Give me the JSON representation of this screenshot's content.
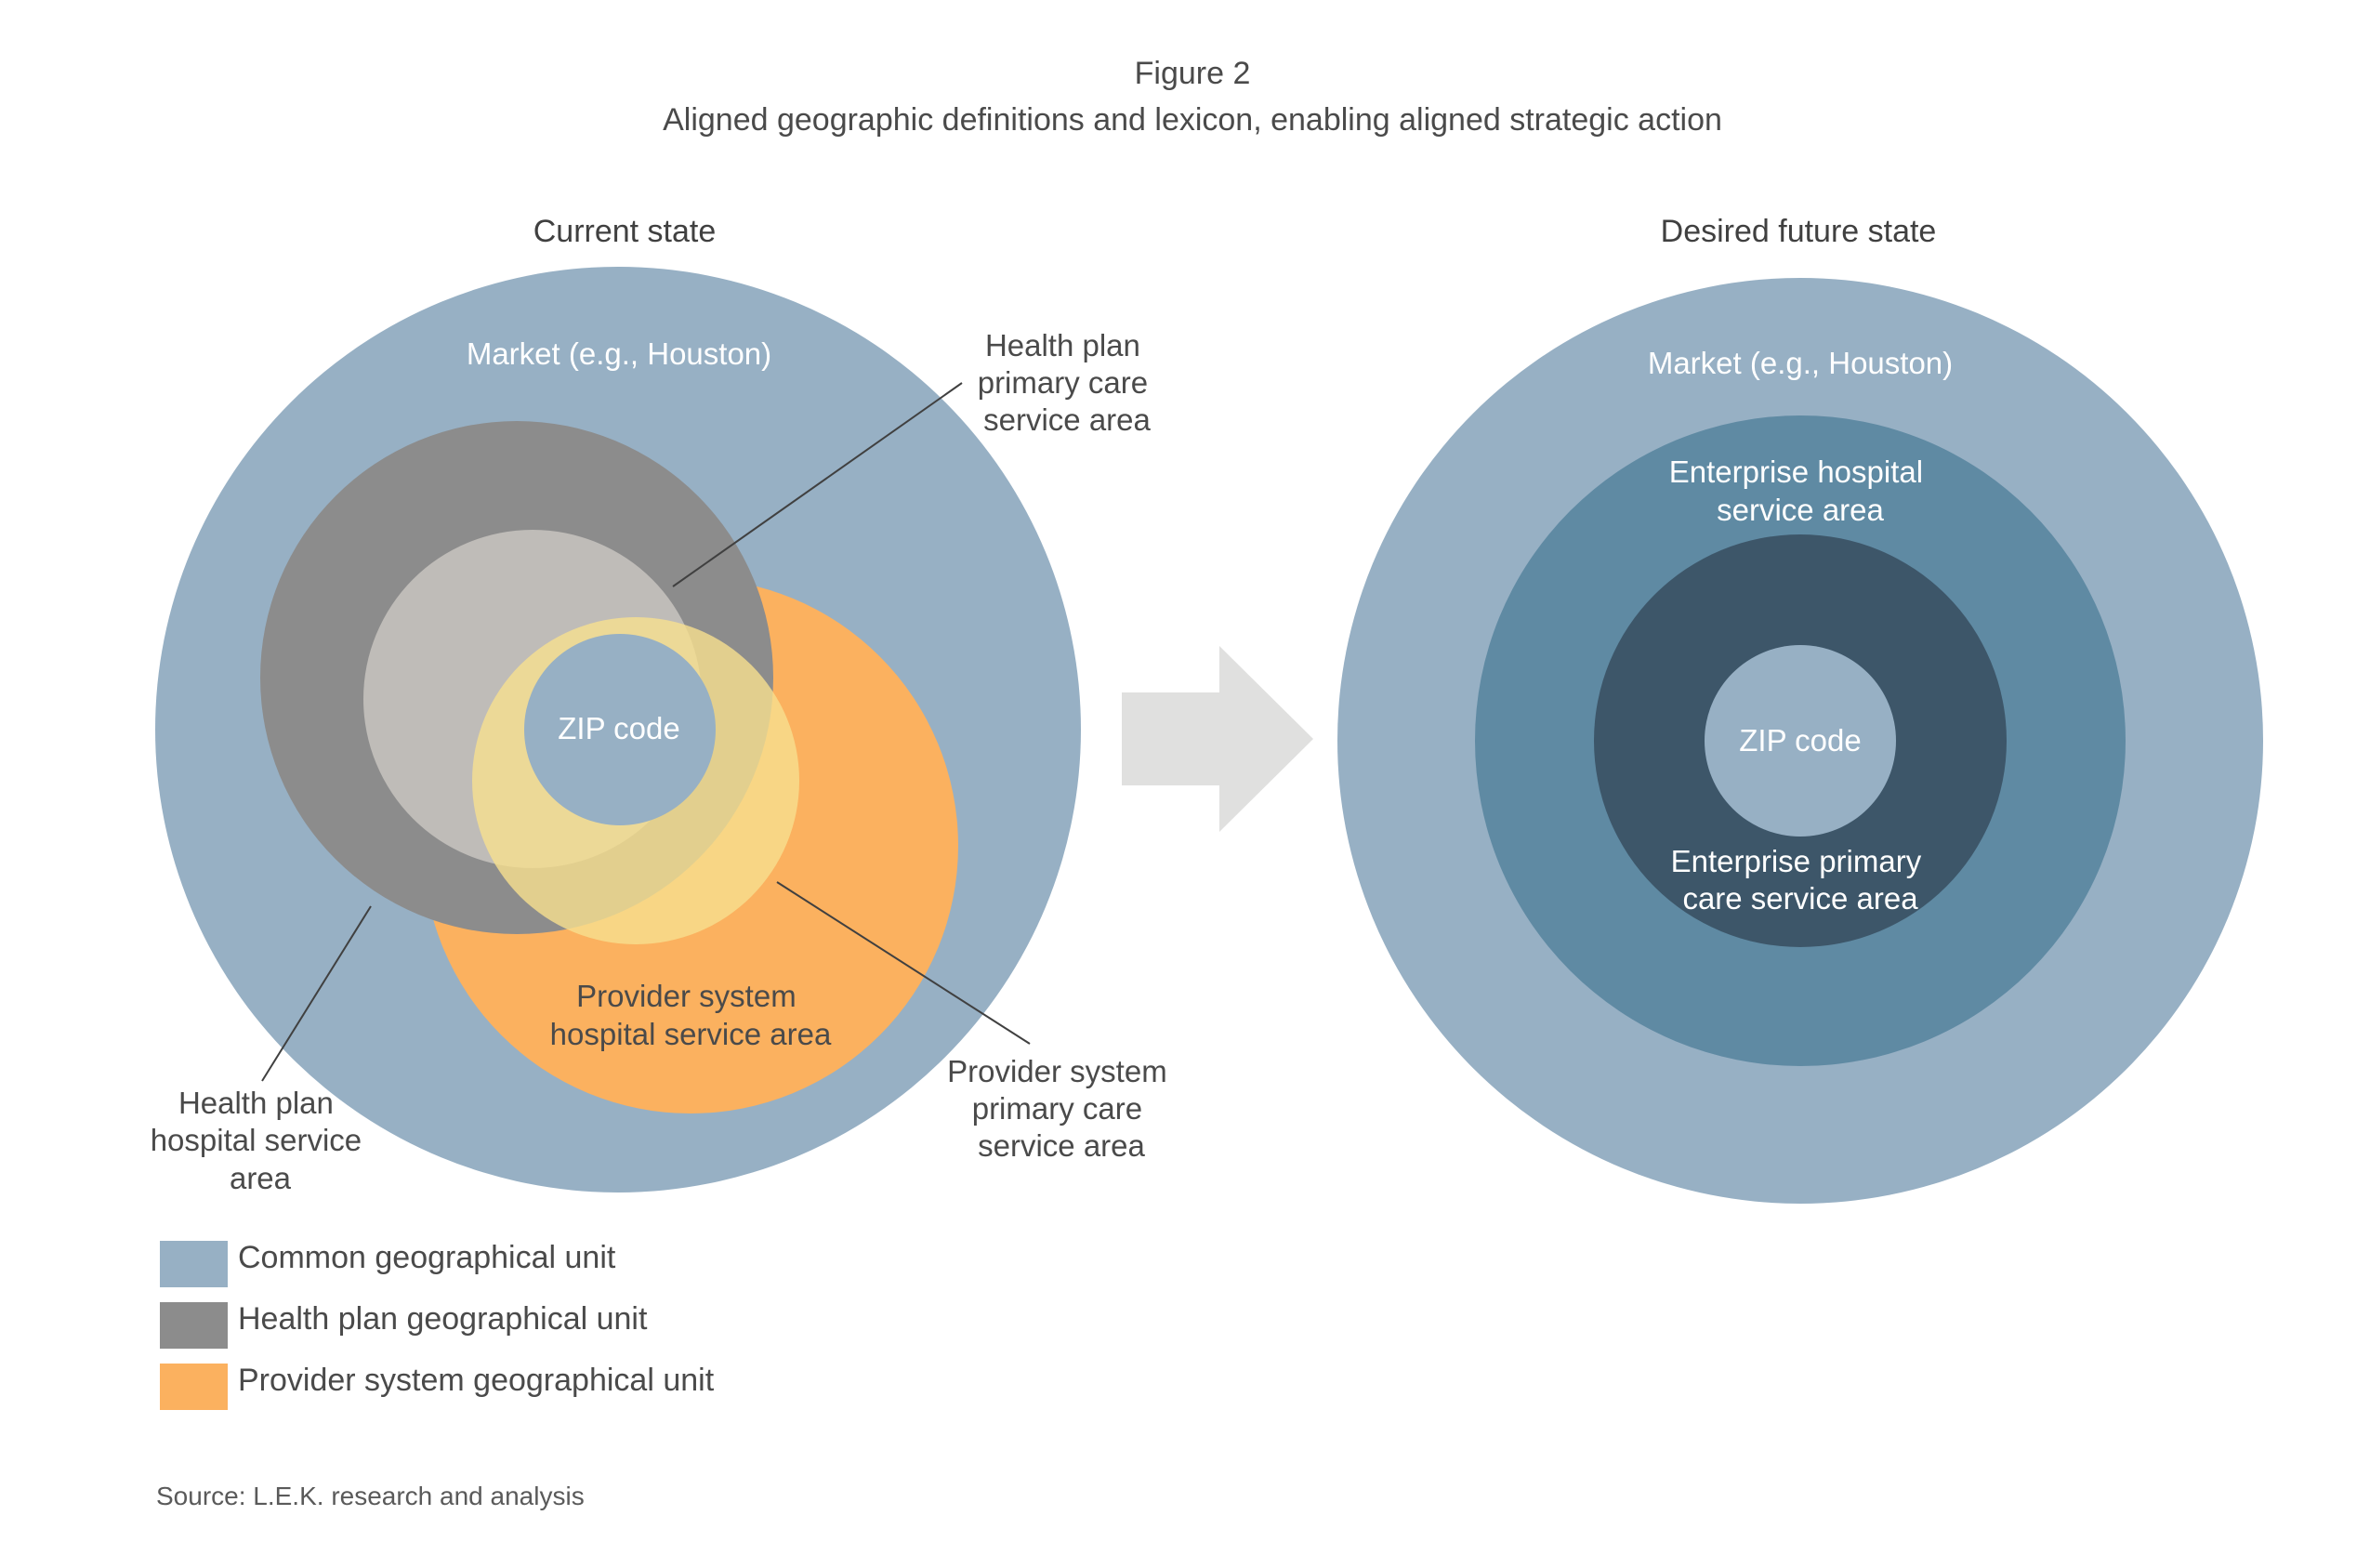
{
  "figure": {
    "label": "Figure 2",
    "title": "Aligned geographic definitions and lexicon, enabling aligned strategic action"
  },
  "current_state": {
    "heading": "Current state",
    "market_label": "Market (e.g., Houston)",
    "zip_label": "ZIP code",
    "hp_primary_label": [
      "Health plan",
      "primary care",
      "service area"
    ],
    "hp_hospital_label": [
      "Health plan",
      "hospital service",
      "area"
    ],
    "ps_hospital_label": [
      "Provider system",
      "hospital service area"
    ],
    "ps_primary_label": [
      "Provider system",
      "primary care",
      "service area"
    ]
  },
  "future_state": {
    "heading": "Desired future state",
    "market_label": "Market (e.g., Houston)",
    "enterprise_hospital_label": [
      "Enterprise hospital",
      "service area"
    ],
    "enterprise_primary_label": [
      "Enterprise primary",
      "care service area"
    ],
    "zip_label": "ZIP code"
  },
  "legend": [
    {
      "label": "Common geographical unit",
      "color": "#97b0c4"
    },
    {
      "label": "Health plan geographical unit",
      "color": "#8c8c8c"
    },
    {
      "label": "Provider system geographical unit",
      "color": "#fbb15f"
    }
  ],
  "source": "Source: L.E.K. research and analysis",
  "colors": {
    "common": "#97b0c4",
    "health_plan_hospital": "#8c8c8c",
    "health_plan_primary": "#bfbcb8",
    "provider_hospital": "#fbb15f",
    "provider_primary": "#f7e08e",
    "enterprise_hospital": "#5f8aa3",
    "enterprise_primary": "#3d5669",
    "arrow": "#e0e0df"
  }
}
